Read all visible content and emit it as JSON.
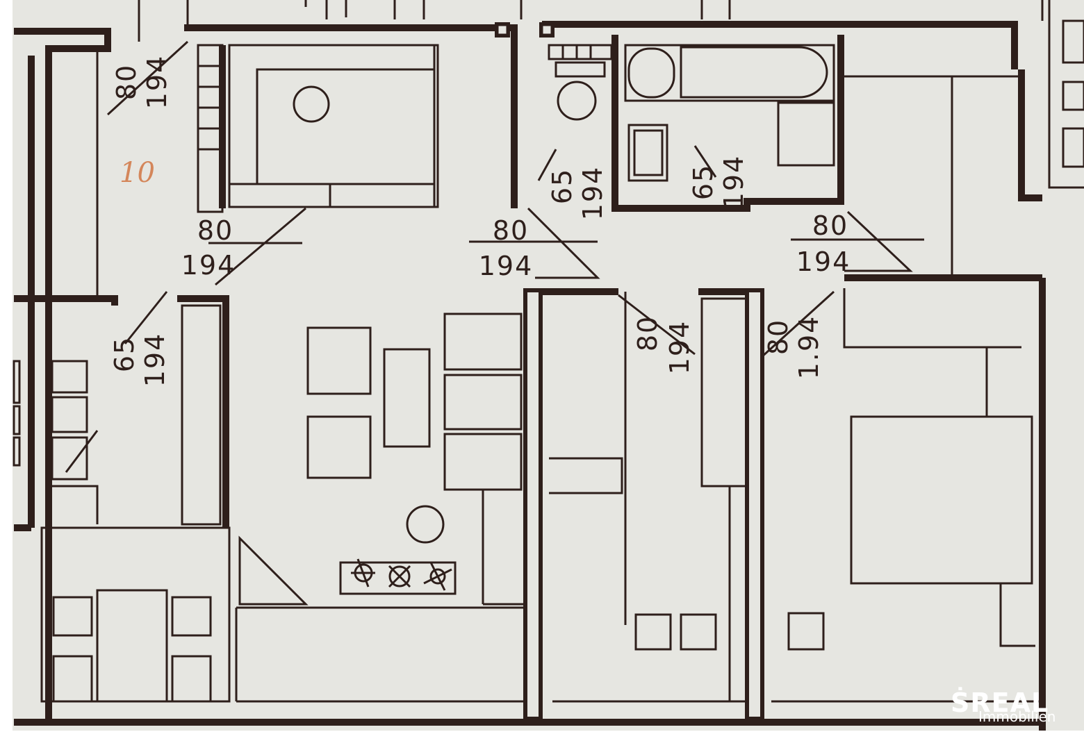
{
  "plan": {
    "colors": {
      "paper": "#e6e6e1",
      "ink": "#2e1f1b",
      "pencil": "#d4865a"
    },
    "room_number": "10",
    "dimensions": [
      {
        "id": "door-top-left",
        "w": "80",
        "h": "194"
      },
      {
        "id": "door-hall-left",
        "w": "80",
        "h": "194"
      },
      {
        "id": "door-hall-center",
        "w": "80",
        "h": "194"
      },
      {
        "id": "door-hall-right",
        "w": "80",
        "h": "194"
      },
      {
        "id": "door-wc",
        "w": "65",
        "h": "194"
      },
      {
        "id": "door-bath",
        "w": "65",
        "h": "194"
      },
      {
        "id": "door-kitchen",
        "w": "65",
        "h": "194"
      },
      {
        "id": "door-room-1",
        "w": "80",
        "h": "194"
      },
      {
        "id": "door-room-2",
        "w": "80",
        "h": "1.94"
      }
    ]
  },
  "logo": {
    "name": "REAL",
    "subtitle": "Immobilien",
    "brand_color": "#ffffff"
  }
}
